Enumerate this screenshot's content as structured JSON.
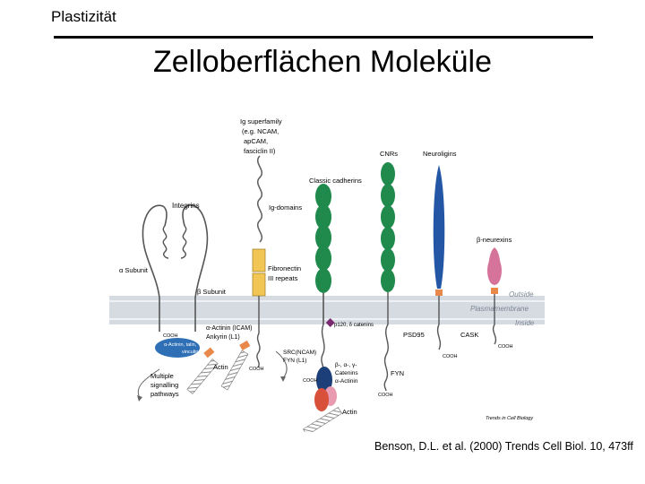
{
  "header": {
    "section_label": "Plastizität"
  },
  "slide": {
    "title": "Zelloberflächen Moleküle"
  },
  "figure": {
    "membrane": {
      "outside": "Outside",
      "membrane": "Plasmamembrane",
      "inside": "Inside"
    },
    "integrins": {
      "name": "Integrins",
      "alpha": "α Subunit",
      "beta": "β Subunit",
      "cooh": "COOH",
      "bubble": [
        "α-Actinin, talin,",
        "vinculin"
      ],
      "actin": "Actin",
      "signalling": [
        "Multiple",
        "signalling",
        "pathways"
      ]
    },
    "igsf": {
      "name": [
        "Ig superfamily",
        "(e.g. NCAM,",
        "apCAM,",
        "fasciclin II)"
      ],
      "ig_domains": "Ig-domains",
      "fibronectin": [
        "Fibronectin",
        "III repeats"
      ],
      "partners": [
        "α-Actinin (ICAM)",
        "Ankyrin (L1)"
      ],
      "kinases": [
        "SRC(NCAM)",
        "FYN (L1)"
      ],
      "cooh": "COOH"
    },
    "cadherins": {
      "name": "Classic cadherins",
      "p120": "p120, δ catenins",
      "catenins": [
        "β-, α-, γ-",
        "Catenins",
        "α-Actinin"
      ],
      "cooh": "COOH",
      "actin": "Actin"
    },
    "cnrs": {
      "name": "CNRs",
      "fyn": "FYN",
      "cooh": "COOH"
    },
    "neuroligins": {
      "name": "Neuroligins",
      "psd95": "PSD95",
      "cooh": "COOH"
    },
    "neurexins": {
      "name": "β-neurexins",
      "cask": "CASK",
      "cooh": "COOH"
    },
    "credit": "Trends in Cell Biology",
    "colors": {
      "cadherin_green": "#1f8a4c",
      "neuroligin_blue": "#2357a6",
      "neurexin_pink": "#d6739b",
      "fibronectin_yellow": "#f2c654",
      "juxta_orange": "#e8884a",
      "p120_purple": "#7a2a6e",
      "beta_catenin_navy": "#1c3f7a",
      "alpha_catenin_red": "#d8503a",
      "gamma_catenin_pink": "#e89bb0",
      "membrane_gray": "#d6dbe2"
    }
  },
  "citation": "Benson, D.L. et al. (2000) Trends Cell Biol. 10, 473ff"
}
